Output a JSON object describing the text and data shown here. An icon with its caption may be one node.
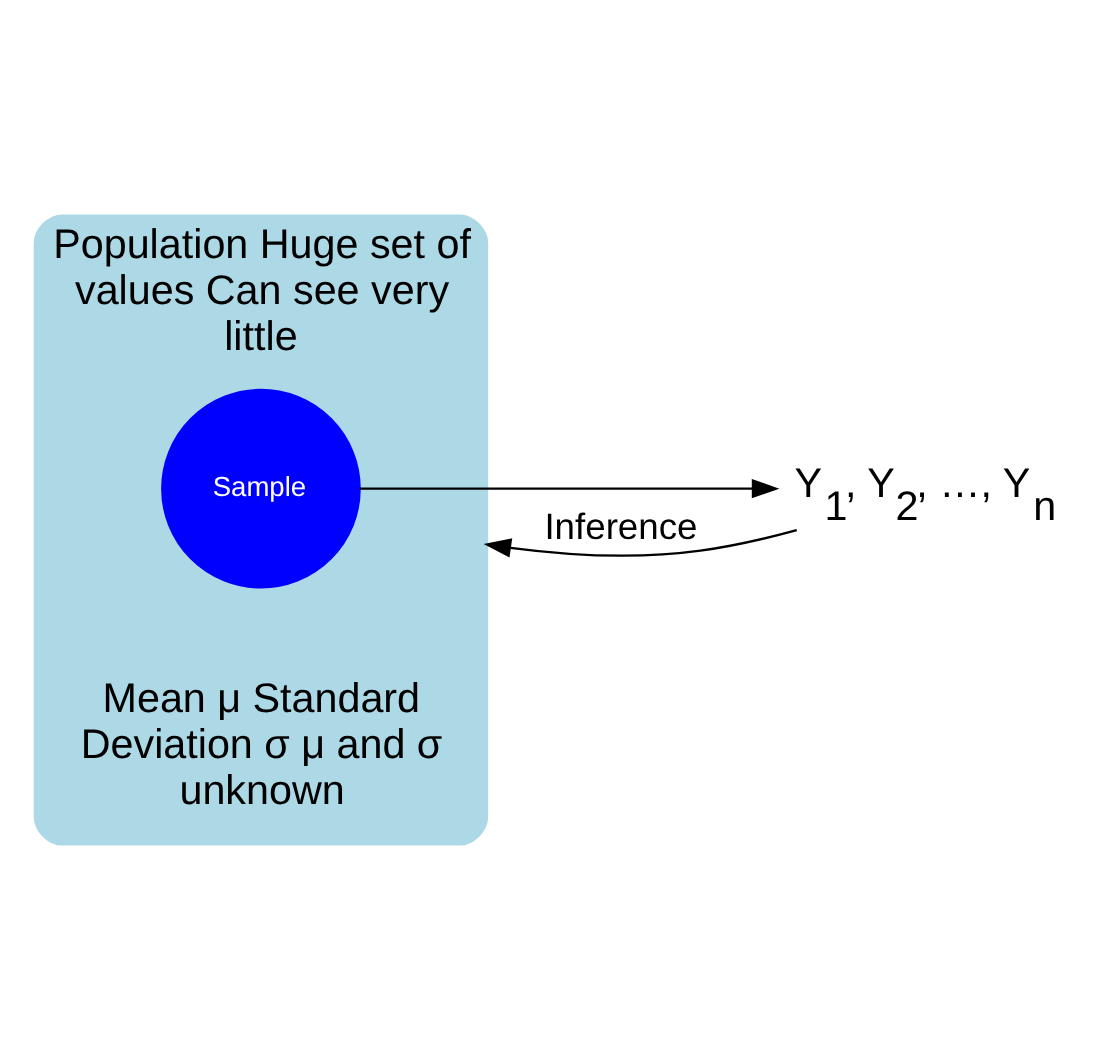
{
  "diagram": {
    "nodes": [
      {
        "text": [
          "Population Huge set of values Can see very little"
        ],
        "beside": [
          "Mean μ Standard Deviation σ μ and σ unknown"
        ]
      },
      {
        "text": [
          "Sample"
        ],
        "in": 0
      },
      {
        "text": [
          "Y$_{1}$, Y$_{2}$, …, Y$_{n}$"
        ]
      }
    ],
    "edges": [
      {
        "from": 1,
        "to": 2,
        "arrow": "to"
      },
      {
        "from": 2,
        "to": 0,
        "arrow": "to",
        "label": "Inference"
      }
    ]
  }
}
